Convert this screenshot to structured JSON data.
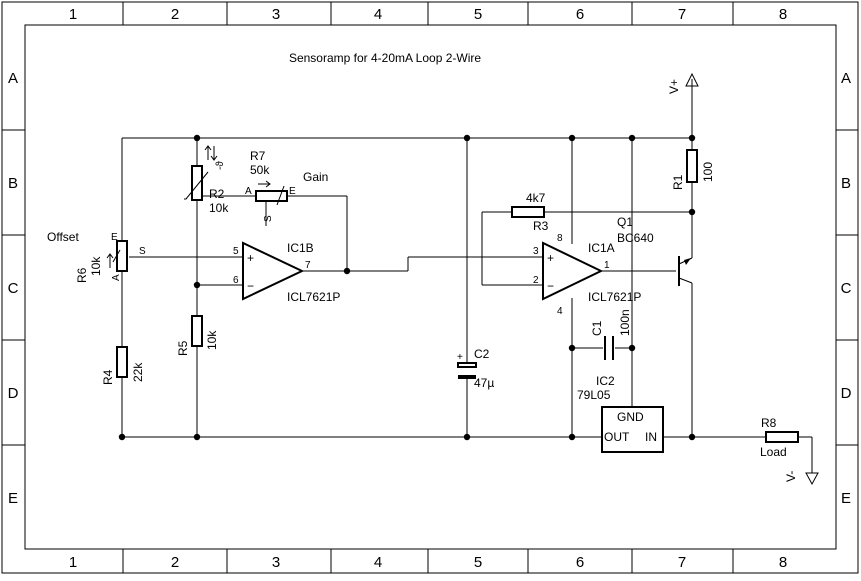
{
  "title": "Sensoramp for 4-20mA Loop 2-Wire",
  "grid": {
    "columns": [
      "1",
      "2",
      "3",
      "4",
      "5",
      "6",
      "7",
      "8"
    ],
    "rows": [
      "A",
      "B",
      "C",
      "D",
      "E"
    ]
  },
  "components": {
    "r1": {
      "ref": "R1",
      "value": "100"
    },
    "r2": {
      "ref": "R2",
      "value": "10k"
    },
    "r3": {
      "ref": "R3",
      "value": "4k7"
    },
    "r4": {
      "ref": "R4",
      "value": "22k"
    },
    "r5": {
      "ref": "R5",
      "value": "10k"
    },
    "r6": {
      "ref": "R6",
      "value": "10k",
      "label": "Offset",
      "pin_a": "A",
      "pin_e": "E",
      "pin_s": "S"
    },
    "r7": {
      "ref": "R7",
      "value": "50k",
      "label": "Gain",
      "pin_a": "A",
      "pin_e": "E",
      "pin_s": "S"
    },
    "r8": {
      "ref": "R8",
      "value": "Load"
    },
    "c1": {
      "ref": "C1",
      "value": "100n"
    },
    "c2": {
      "ref": "C2",
      "value": "47µ",
      "plus": "+"
    },
    "ic1b": {
      "ref": "IC1B",
      "value": "ICL7621P",
      "pin_plus": "5",
      "pin_minus": "6",
      "pin_out": "7"
    },
    "ic1a": {
      "ref": "IC1A",
      "value": "ICL7621P",
      "pin_plus": "3",
      "pin_minus": "2",
      "pin_out": "1",
      "pin_vplus": "8",
      "pin_vminus": "4"
    },
    "ic2": {
      "ref": "IC2",
      "value": "79L05",
      "gnd": "GND",
      "out": "OUT",
      "in": "IN"
    },
    "q1": {
      "ref": "Q1",
      "value": "BC640"
    }
  },
  "supply": {
    "vplus": "V+",
    "vminus": "V-"
  },
  "opamp_signs": {
    "plus": "+",
    "minus": "−"
  }
}
